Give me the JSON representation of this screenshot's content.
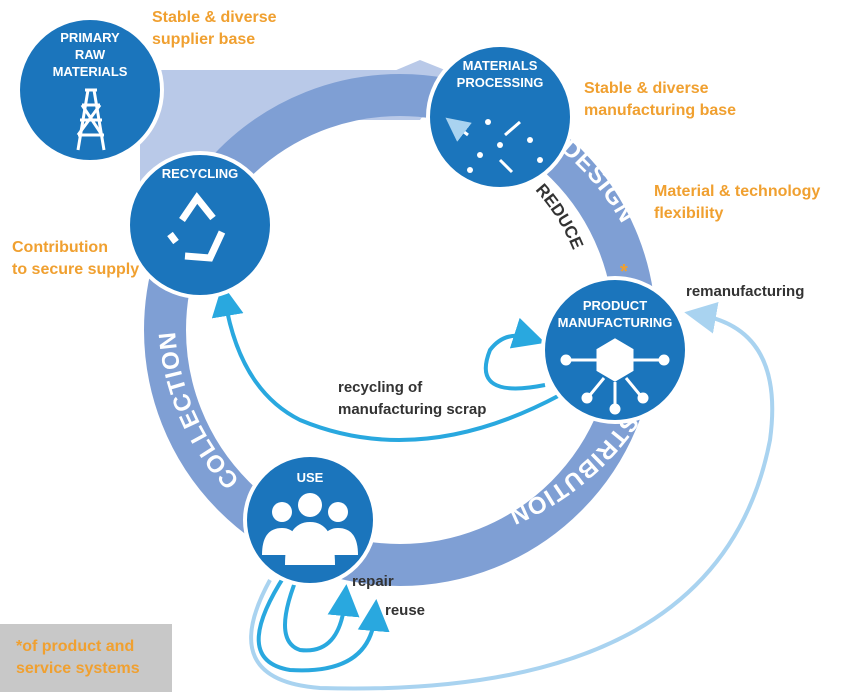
{
  "nodes": {
    "primary_raw_materials": [
      "PRIMARY",
      "RAW",
      "MATERIALS"
    ],
    "materials_processing": [
      "MATERIALS",
      "PROCESSING"
    ],
    "recycling": [
      "RECYCLING"
    ],
    "product_manufacturing": [
      "PRODUCT",
      "MANUFACTURING"
    ],
    "use": [
      "USE"
    ]
  },
  "ring_labels": {
    "design": "DESIGN",
    "design_mark": "*",
    "reduce": "REDUCE",
    "distribution": "DISTRIBUTION",
    "collection": "COLLECTION"
  },
  "benefits": {
    "supplier": [
      "Stable & diverse",
      "supplier base"
    ],
    "manufacturing": [
      "Stable & diverse",
      "manufacturing base"
    ],
    "flexibility": [
      "Material & technology",
      "flexibility"
    ],
    "supply": [
      "Contribution",
      "to secure supply"
    ]
  },
  "loops": {
    "remanufacturing": "remanufacturing",
    "recycling_scrap": [
      "recycling of",
      "manufacturing scrap"
    ],
    "repair": "repair",
    "reuse": "reuse"
  },
  "footnote": [
    "*of product and",
    "service systems"
  ],
  "colors": {
    "node": "#1b75bc",
    "ring": "#7f9fd4",
    "ring_light": "#b9c9e8",
    "arrow": "#29a8df",
    "arrow_light": "#a9d3f0",
    "accent": "#f0a030"
  },
  "icons": [
    "oil-derrick-icon",
    "particles-icon",
    "recycle-icon",
    "cube-network-icon",
    "people-group-icon"
  ]
}
